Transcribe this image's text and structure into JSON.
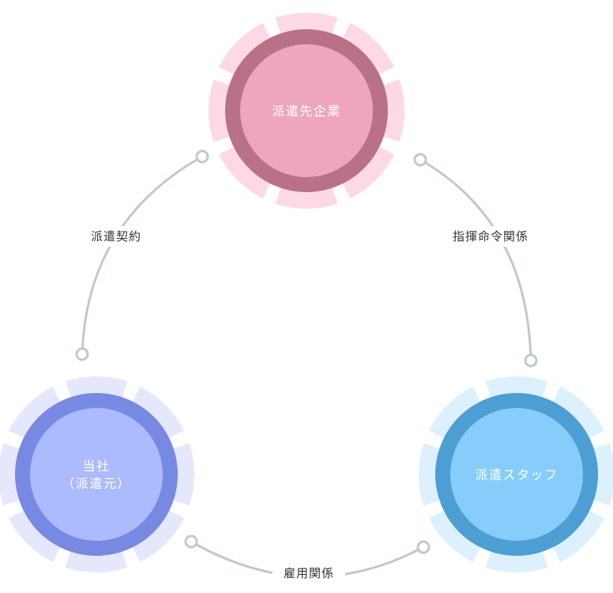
{
  "nodes": {
    "client": {
      "label": "派遣先企業",
      "colors": {
        "halo": "#fcd9e5",
        "ring": "#b97187",
        "core": "#eda6bc"
      }
    },
    "agency": {
      "line1": "当社",
      "line2": "（派遣元）",
      "colors": {
        "halo": "#e5e8fd",
        "ring": "#7889e3",
        "core": "#abbbfd"
      }
    },
    "staff": {
      "label": "派遣スタッフ",
      "colors": {
        "halo": "#dcf0fd",
        "ring": "#4d9ed3",
        "core": "#86cdfc"
      }
    }
  },
  "edges": {
    "dispatch_contract": {
      "label": "派遣契約"
    },
    "command_relationship": {
      "label": "指揮命令関係"
    },
    "employment_relationship": {
      "label": "雇用関係"
    }
  },
  "connector_color": "#bfc9cc"
}
